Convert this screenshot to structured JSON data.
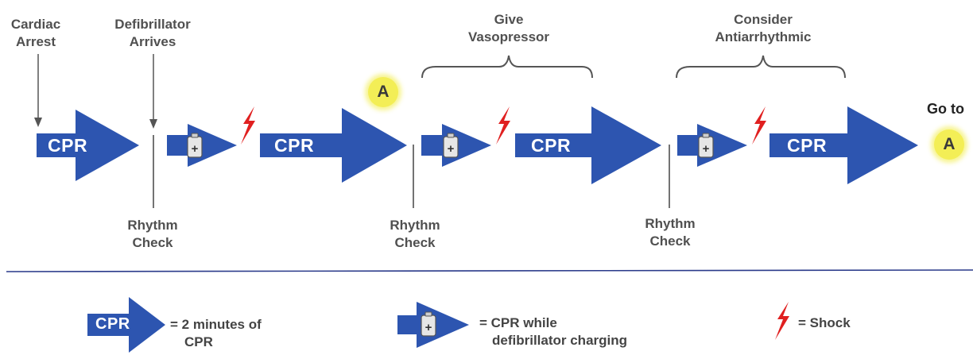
{
  "colors": {
    "arrow": "#2d55b0",
    "shock": "#e02020",
    "highlight": "#f3ee56",
    "rule": "#2a3a8a"
  },
  "labels": {
    "cardiac_arrest": [
      "Cardiac",
      "Arrest"
    ],
    "defib_arrives": [
      "Defibrillator",
      "Arrives"
    ],
    "give_vasopressor": [
      "Give",
      "Vasopressor"
    ],
    "consider_antiarrhythmic": [
      "Consider",
      "Antiarrhythmic"
    ],
    "rhythm_check": [
      "Rhythm",
      "Check"
    ],
    "go_to": "Go to",
    "point_a": "A",
    "cpr": "CPR"
  },
  "legend": {
    "cpr_label": "CPR",
    "cpr_desc": [
      "= 2 minutes of",
      "CPR"
    ],
    "charging_desc": [
      "= CPR while",
      "defibrillator charging"
    ],
    "shock_desc": "= Shock"
  },
  "icons": [
    "down-arrow-icon",
    "battery-icon",
    "lightning-bolt-icon"
  ]
}
